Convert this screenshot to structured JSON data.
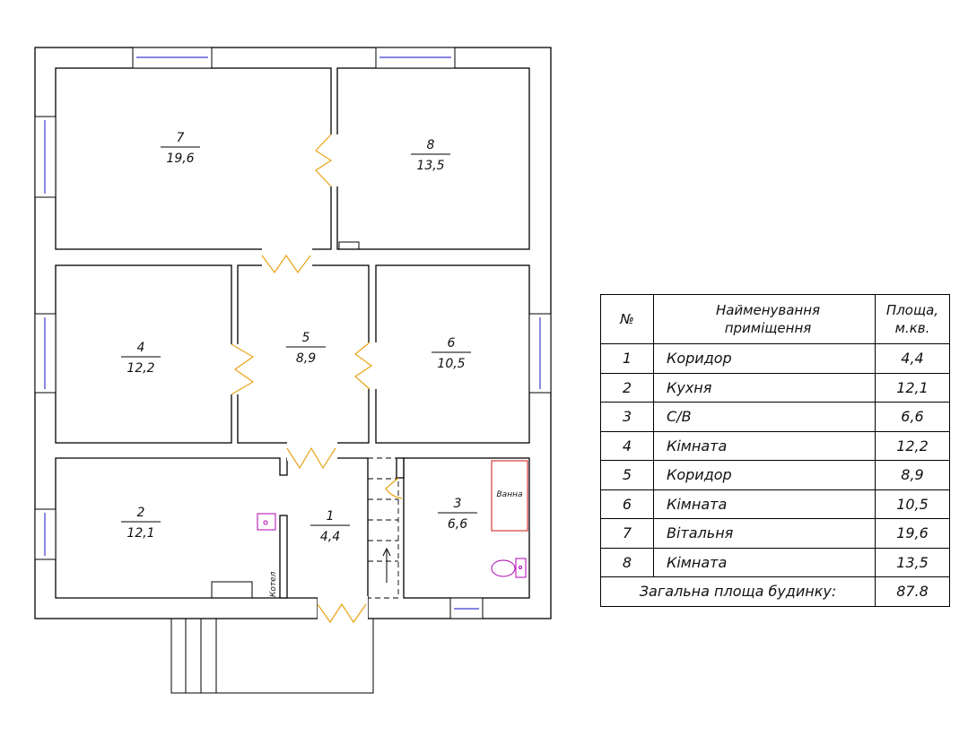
{
  "plan": {
    "rooms": [
      {
        "id": "7",
        "area": "19,6"
      },
      {
        "id": "8",
        "area": "13,5"
      },
      {
        "id": "4",
        "area": "12,2"
      },
      {
        "id": "5",
        "area": "8,9"
      },
      {
        "id": "6",
        "area": "10,5"
      },
      {
        "id": "2",
        "area": "12,1"
      },
      {
        "id": "1",
        "area": "4,4"
      },
      {
        "id": "3",
        "area": "6,6"
      }
    ],
    "labels": {
      "boiler": "Котел",
      "bathtub": "Ванна"
    },
    "colors": {
      "walls": "#000000",
      "doors": "#e8a317",
      "window_glass": "#3a3ad0",
      "plumbing": "#b000b0",
      "bathtub": "#d01010"
    }
  },
  "legend": {
    "headers": {
      "number": "№",
      "name_line1": "Найменування",
      "name_line2": "приміщення",
      "area_line1": "Площа,",
      "area_line2": "м.кв."
    },
    "rows": [
      {
        "no": "1",
        "name": "Коридор",
        "area": "4,4"
      },
      {
        "no": "2",
        "name": "Кухня",
        "area": "12,1"
      },
      {
        "no": "3",
        "name": "С/В",
        "area": "6,6"
      },
      {
        "no": "4",
        "name": "Кімната",
        "area": "12,2"
      },
      {
        "no": "5",
        "name": "Коридор",
        "area": "8,9"
      },
      {
        "no": "6",
        "name": "Кімната",
        "area": "10,5"
      },
      {
        "no": "7",
        "name": "Вітальня",
        "area": "19,6"
      },
      {
        "no": "8",
        "name": "Кімната",
        "area": "13,5"
      }
    ],
    "total_label": "Загальна площа будинку:",
    "total_value": "87.8"
  }
}
